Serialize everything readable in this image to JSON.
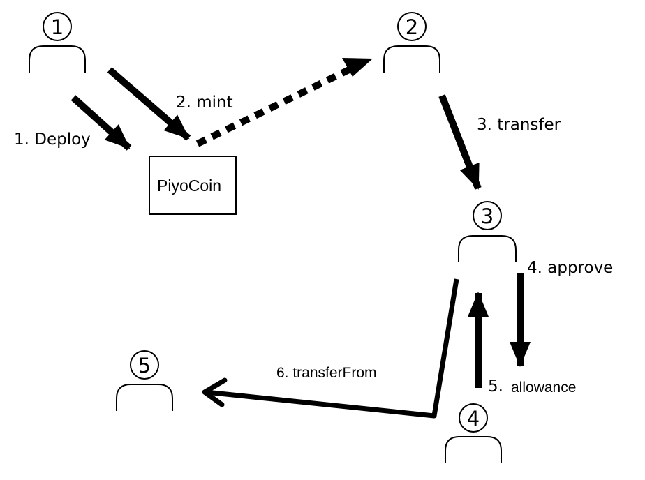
{
  "users": [
    {
      "id": "user-1",
      "number": "1"
    },
    {
      "id": "user-2",
      "number": "2"
    },
    {
      "id": "user-3",
      "number": "3"
    },
    {
      "id": "user-4",
      "number": "4"
    },
    {
      "id": "user-5",
      "number": "5"
    }
  ],
  "contract": {
    "label": "PiyoCoin"
  },
  "steps": {
    "deploy": "1. Deploy",
    "mint": "2. mint",
    "transfer": "3. transfer",
    "approve": "4. approve",
    "allowance_number": "5.",
    "allowance": "allowance",
    "transfer_from": "6. transferFrom"
  },
  "colors": {
    "stroke": "#000000",
    "background": "#ffffff"
  }
}
